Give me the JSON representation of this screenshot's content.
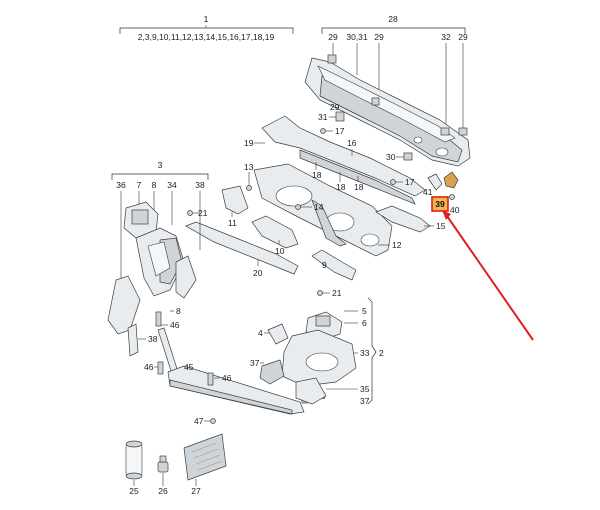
{
  "labels": {
    "group1": "1",
    "group1_list": "2,3,9,10,11,12,13,14,15,16,17,18,19",
    "group28": "28",
    "group3": "3",
    "p36": "36",
    "p7": "7",
    "p8a": "8",
    "p34": "34",
    "p38a": "38",
    "p29a": "29",
    "p3031": "30,31",
    "p29b": "29",
    "p32": "32",
    "p29c": "29",
    "p29d": "29",
    "p31": "31",
    "p17a": "17",
    "p19": "19",
    "p16": "16",
    "p18a": "18",
    "p13": "13",
    "p18b": "18",
    "p18c": "18",
    "p30": "30",
    "p17b": "17",
    "p41": "41",
    "p39": "39",
    "p40": "40",
    "p15": "15",
    "p21a": "21",
    "p11": "11",
    "p14": "14",
    "p12": "12",
    "p10": "10",
    "p20": "20",
    "p9": "9",
    "p21b": "21",
    "p8b": "8",
    "p46a": "46",
    "p38b": "38",
    "p4": "4",
    "p6": "6",
    "p5": "5",
    "p33": "33",
    "p2": "2",
    "p37a": "37",
    "p46b": "46",
    "p45": "45",
    "p46c": "46",
    "p46d": "46",
    "p35": "35",
    "p37b": "37",
    "p47": "47",
    "p25": "25",
    "p26": "26",
    "p27": "27"
  },
  "colors": {
    "highlight": "#e8a43c",
    "highlight_border": "#e02020",
    "arrow": "#e02020",
    "line": "#3a3f44"
  }
}
